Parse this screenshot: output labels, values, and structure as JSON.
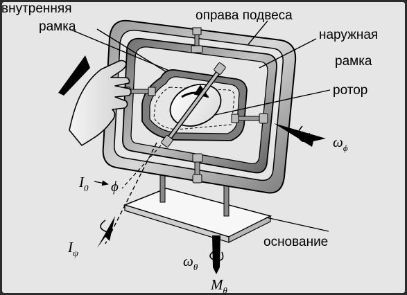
{
  "labels": {
    "inner_frame_line1": "внутренняя",
    "inner_frame_line2": "рамка",
    "suspension_mount": "оправа подвеса",
    "outer_frame_line1": "наружная",
    "outer_frame_line2": "рамка",
    "rotor": "ротор",
    "base": "основание"
  },
  "symbols": {
    "omega_phi": {
      "main": "ω",
      "sub": "ϕ"
    },
    "I_zero": {
      "main": "I",
      "sub": "0"
    },
    "phi": {
      "main": "ϕ"
    },
    "I_psi": {
      "main": "I",
      "sub": "ψ"
    },
    "omega_theta": {
      "main": "ω",
      "sub": "θ"
    },
    "M_theta": {
      "main": "M",
      "sub": "θ"
    }
  },
  "colors": {
    "background": "#e6e6e6",
    "frame_border": "#2b2b2b",
    "metal_dark": "#5a5a5a",
    "metal_light": "#bdbdbd",
    "ink": "#000000"
  }
}
